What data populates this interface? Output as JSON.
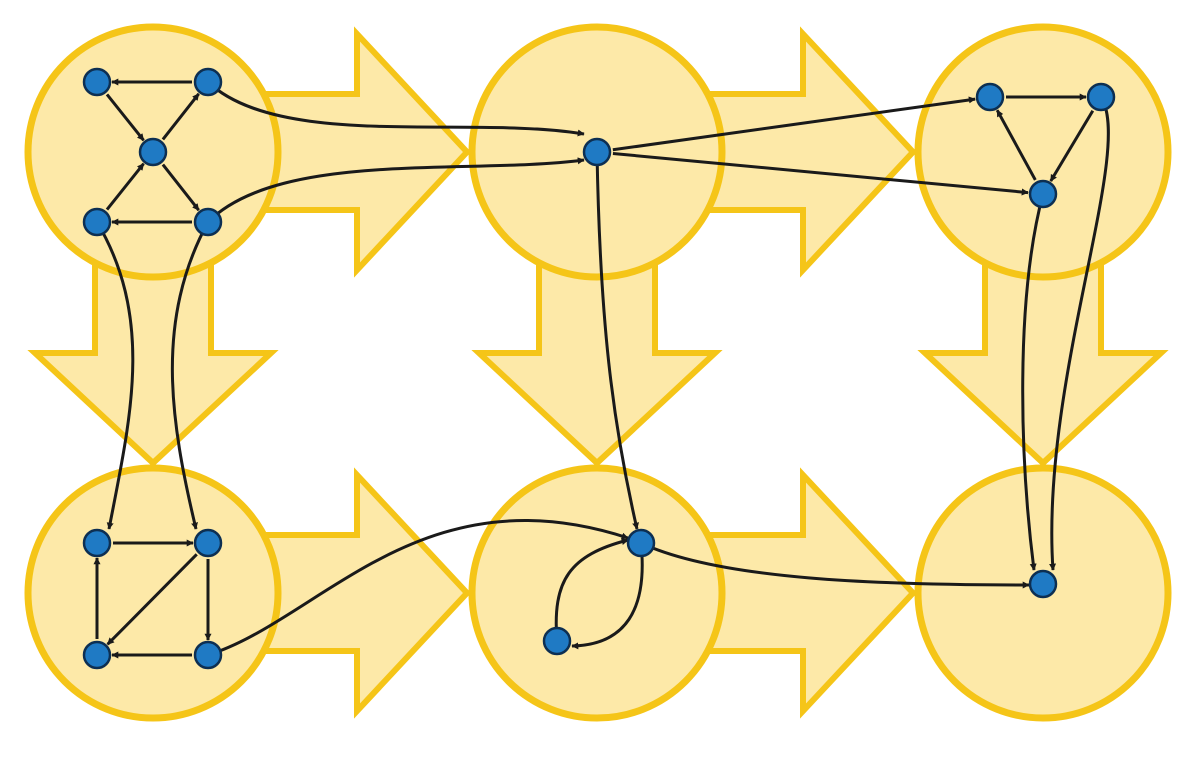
{
  "colors": {
    "group_fill": "#fde9a8",
    "group_stroke": "#f5c518",
    "node_fill": "#1f7ac4",
    "node_stroke": "#0d2f52",
    "edge": "#1a1a1a"
  },
  "groups": [
    {
      "id": "g1"
    },
    {
      "id": "g2"
    },
    {
      "id": "g3"
    },
    {
      "id": "g4"
    },
    {
      "id": "g5"
    },
    {
      "id": "g6"
    }
  ],
  "group_arrows": [
    {
      "from": "g1",
      "to": "g2"
    },
    {
      "from": "g2",
      "to": "g3"
    },
    {
      "from": "g4",
      "to": "g5"
    },
    {
      "from": "g5",
      "to": "g6"
    },
    {
      "from": "g1",
      "to": "g4"
    },
    {
      "from": "g2",
      "to": "g5"
    },
    {
      "from": "g3",
      "to": "g6"
    }
  ],
  "nodes": [
    {
      "id": "a1",
      "group": "g1"
    },
    {
      "id": "a2",
      "group": "g1"
    },
    {
      "id": "a3",
      "group": "g1"
    },
    {
      "id": "a4",
      "group": "g1"
    },
    {
      "id": "a5",
      "group": "g1"
    },
    {
      "id": "b1",
      "group": "g2"
    },
    {
      "id": "c1",
      "group": "g3"
    },
    {
      "id": "c2",
      "group": "g3"
    },
    {
      "id": "c3",
      "group": "g3"
    },
    {
      "id": "d1",
      "group": "g4"
    },
    {
      "id": "d2",
      "group": "g4"
    },
    {
      "id": "d3",
      "group": "g4"
    },
    {
      "id": "d4",
      "group": "g4"
    },
    {
      "id": "e1",
      "group": "g5"
    },
    {
      "id": "e2",
      "group": "g5"
    },
    {
      "id": "f1",
      "group": "g6"
    }
  ],
  "edges": [
    {
      "from": "a2",
      "to": "a1"
    },
    {
      "from": "a1",
      "to": "a3"
    },
    {
      "from": "a3",
      "to": "a2"
    },
    {
      "from": "a4",
      "to": "a3"
    },
    {
      "from": "a3",
      "to": "a5"
    },
    {
      "from": "a5",
      "to": "a4"
    },
    {
      "from": "a2",
      "to": "b1"
    },
    {
      "from": "a5",
      "to": "b1"
    },
    {
      "from": "a4",
      "to": "d1"
    },
    {
      "from": "a5",
      "to": "d2"
    },
    {
      "from": "b1",
      "to": "c1"
    },
    {
      "from": "b1",
      "to": "c3"
    },
    {
      "from": "b1",
      "to": "e1"
    },
    {
      "from": "c1",
      "to": "c2"
    },
    {
      "from": "c2",
      "to": "c3"
    },
    {
      "from": "c3",
      "to": "c1"
    },
    {
      "from": "c3",
      "to": "f1"
    },
    {
      "from": "c2",
      "to": "f1"
    },
    {
      "from": "d1",
      "to": "d2"
    },
    {
      "from": "d2",
      "to": "d4"
    },
    {
      "from": "d2",
      "to": "d3"
    },
    {
      "from": "d4",
      "to": "d3"
    },
    {
      "from": "d3",
      "to": "d1"
    },
    {
      "from": "d4",
      "to": "e1"
    },
    {
      "from": "e1",
      "to": "e2"
    },
    {
      "from": "e2",
      "to": "e1"
    },
    {
      "from": "e1",
      "to": "f1"
    }
  ]
}
